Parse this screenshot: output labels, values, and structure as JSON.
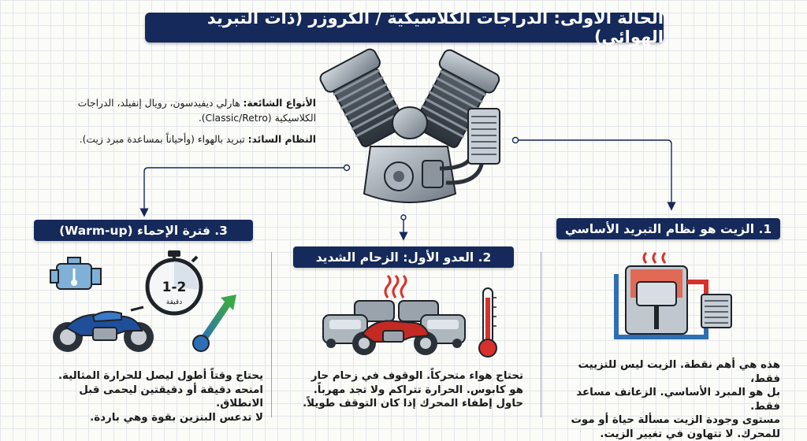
{
  "title": "الحالة الأولى: الدراجات الكلاسيكية / الكروزر (ذات التبريد الهوائي)",
  "intro": {
    "types_label": "الأنواع الشائعة:",
    "types_text": "هارلي ديفيدسون، رويال إنفيلد، الدراجات الكلاسيكية (Classic/Retro).",
    "system_label": "النظام السائد:",
    "system_text": "تبريد بالهواء (وأحياناً بمساعدة مبرد زيت)."
  },
  "sections": [
    {
      "label": "1. الزيت هو نظام التبريد الأساسي",
      "lines": [
        "هذه هي أهم نقطة. الزيت ليس للتزييت فقط،",
        "بل هو المبرد الأساسي. الزعانف مساعد فقط.",
        "مستوى وجودة الزيت مسألة حياة أو موت",
        "للمحرك. لا تتهاون في تغيير الزيت."
      ]
    },
    {
      "label": "2. العدو الأول: الزحام الشديد",
      "lines": [
        "تحتاج هواء متحركاً. الوقوف في زحام حار",
        "هو كابوس. الحرارة تتراكم ولا تجد مهرباً.",
        "حاول إطفاء المحرك إذا كان التوقف طويلاً."
      ]
    },
    {
      "label": "3. فترة الإحماء (Warm-up)",
      "lines": [
        "يحتاج وقتاً أطول ليصل للحرارة المثالية.",
        "امنحه دقيقة أو دقيقتين ليحمى قبل الانطلاق.",
        "لا تدعس البنزين بقوة وهي باردة."
      ]
    }
  ],
  "timer": {
    "value": "1-2",
    "unit": "دقيقة"
  },
  "colors": {
    "navy": "#15295a",
    "hot": "#d8302a",
    "cool": "#2f6fb5",
    "gauge_green": "#3aa84a",
    "bike_red": "#c42a22",
    "bike_blue": "#1f4f9a"
  },
  "icons": [
    "v-twin-engine-icon",
    "oil-cooler-icon",
    "piston-cooling-icon",
    "traffic-jam-icon",
    "heat-waves-icon",
    "thermometer-hot-icon",
    "stopwatch-icon",
    "engine-temp-warning-icon",
    "temperature-gauge-icon",
    "motorcycle-icon"
  ]
}
